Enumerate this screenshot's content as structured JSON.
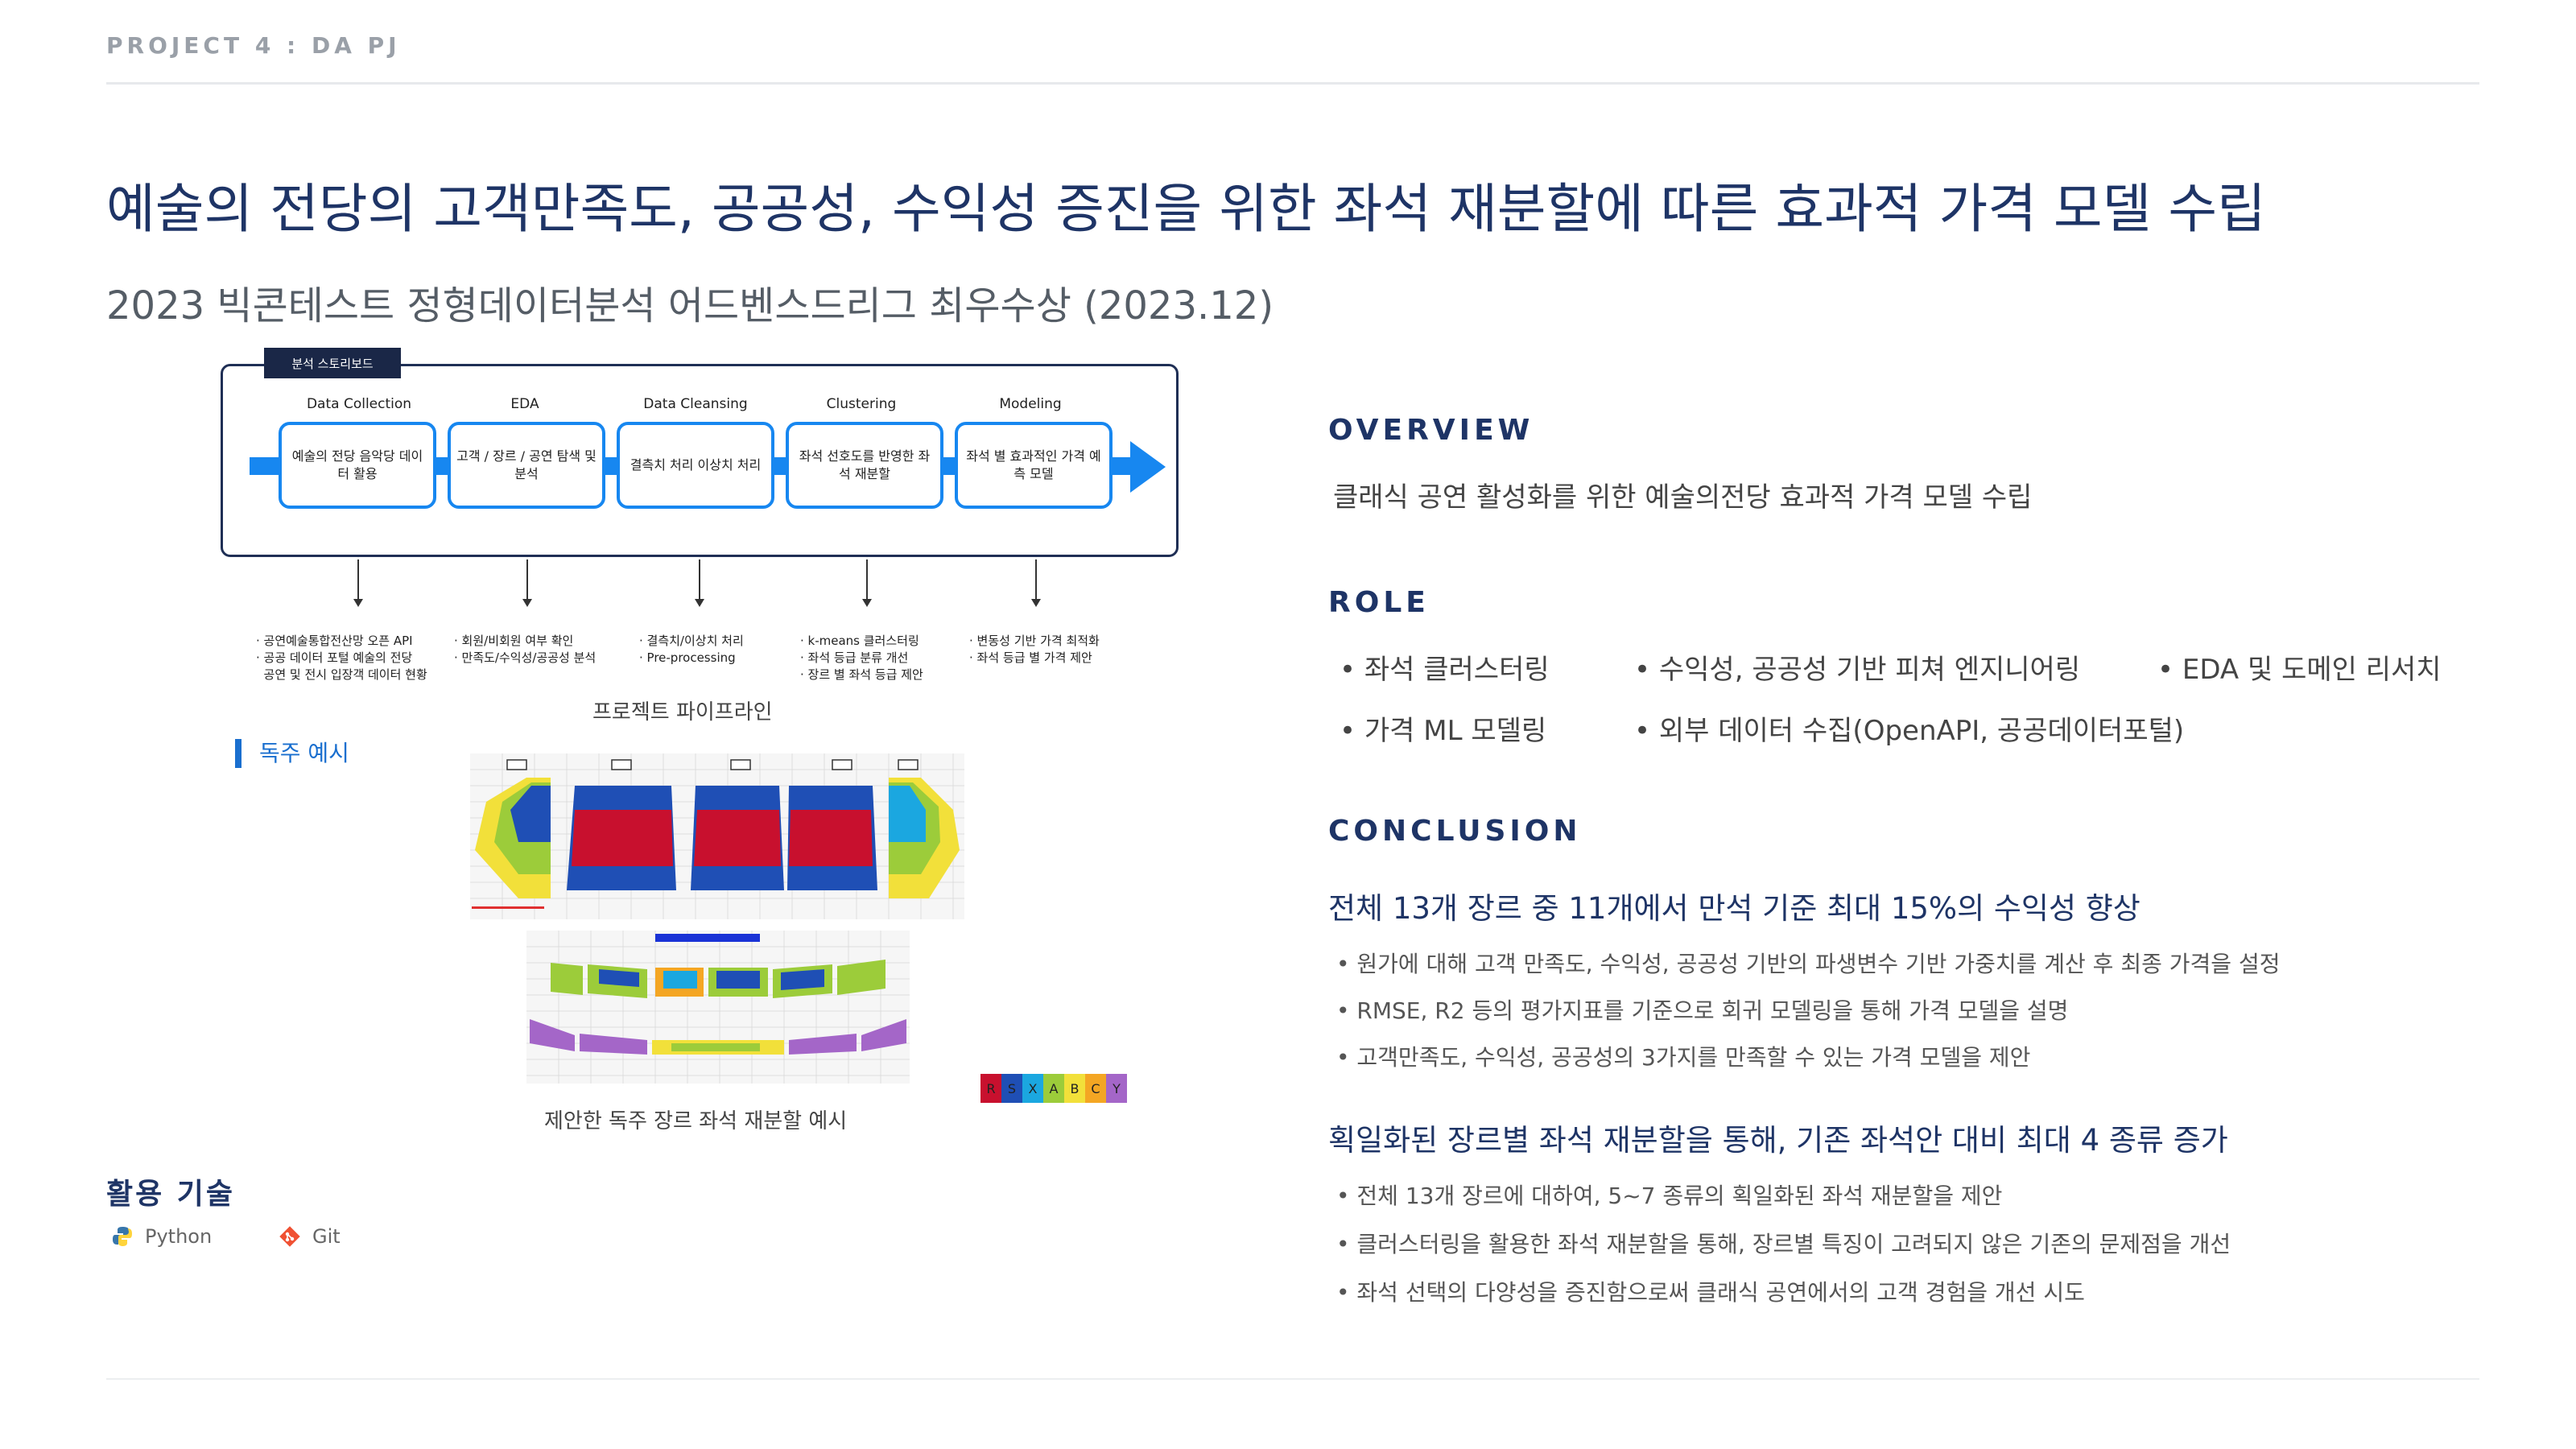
{
  "header": {
    "project": "PROJECT 4 : DA PJ",
    "title": "예술의 전당의 고객만족도, 공공성, 수익성 증진을 위한 좌석 재분할에 따른 효과적 가격 모델 수립",
    "subtitle": "2023 빅콘테스트 정형데이터분석 어드벤스드리그 최우수상 (2023.12)"
  },
  "pipeline": {
    "tag": "분석 스토리보드",
    "stages": [
      {
        "label": "Data Collection",
        "box": "예술의 전당 음악당 데이터 활용",
        "details": [
          "· 공연예술통합전산망 오픈 API",
          "· 공공 데이터 포털 예술의 전당",
          "  공연 및 전시 입장객 데이터 현황"
        ]
      },
      {
        "label": "EDA",
        "box": "고객 / 장르 / 공연 탐색 및 분석",
        "details": [
          "· 회원/비회원 여부 확인",
          "· 만족도/수익성/공공성 분석"
        ]
      },
      {
        "label": "Data Cleansing",
        "box": "결측치 처리 이상치 처리",
        "details": [
          "· 결측치/이상치 처리",
          "· Pre-processing"
        ]
      },
      {
        "label": "Clustering",
        "box": "좌석 선호도를 반영한 좌석 재분할",
        "details": [
          "· k-means 클러스터링",
          "· 좌석 등급 분류 개선",
          "· 장르 별 좌석 등급 제안"
        ]
      },
      {
        "label": "Modeling",
        "box": "좌석 별 효과적인 가격 예측 모델",
        "details": [
          "· 변동성 기반 가격 최적화",
          "· 좌석 등급 별 가격 제안"
        ]
      }
    ],
    "caption": "프로젝트 파이프라인"
  },
  "example": {
    "label": "독주 예시",
    "caption": "제안한 독주 장르 좌석 재분할 예시",
    "legend": [
      "R",
      "S",
      "X",
      "A",
      "B",
      "C",
      "Y"
    ],
    "colors": {
      "R": "#c8102e",
      "S": "#1f4fb5",
      "X": "#1ba7e0",
      "A": "#9ccc3a",
      "B": "#f2e03a",
      "C": "#f4a623",
      "Y": "#a466c8"
    }
  },
  "tech": {
    "title": "활용 기술",
    "items": [
      {
        "name": "Python",
        "icon": "python-icon"
      },
      {
        "name": "Git",
        "icon": "git-icon"
      }
    ]
  },
  "overview": {
    "heading": "OVERVIEW",
    "text": "클래식 공연 활성화를 위한 예술의전당 효과적 가격 모델 수립"
  },
  "role": {
    "heading": "ROLE",
    "items": [
      "• 좌석 클러스터링",
      "• 수익성, 공공성 기반 피쳐 엔지니어링",
      "• EDA 및 도메인 리서치",
      "• 가격 ML 모델링",
      "• 외부 데이터 수집(OpenAPI, 공공데이터포털)"
    ]
  },
  "conclusion": {
    "heading": "CONCLUSION",
    "blocks": [
      {
        "title": "전체 13개 장르 중 11개에서 만석 기준 최대 15%의 수익성 향상",
        "bullets": [
          "• 원가에 대해 고객 만족도, 수익성, 공공성 기반의 파생변수 기반 가중치를 계산 후 최종 가격을 설정",
          "• RMSE, R2 등의 평가지표를 기준으로 회귀 모델링을 통해 가격 모델을 설명",
          "• 고객만족도, 수익성, 공공성의 3가지를 만족할 수 있는 가격 모델을 제안"
        ]
      },
      {
        "title": "획일화된 장르별 좌석 재분할을 통해, 기존 좌석안 대비 최대 4 종류 증가",
        "bullets": [
          "• 전체 13개 장르에 대하여, 5~7 종류의 획일화된 좌석 재분할을 제안",
          "• 클러스터링을 활용한 좌석 재분할을 통해, 장르별 특징이 고려되지 않은 기존의 문제점을 개선",
          "• 좌석 선택의 다양성을 증진함으로써 클래식 공연에서의 고객 경험을 개선 시도"
        ]
      }
    ]
  }
}
